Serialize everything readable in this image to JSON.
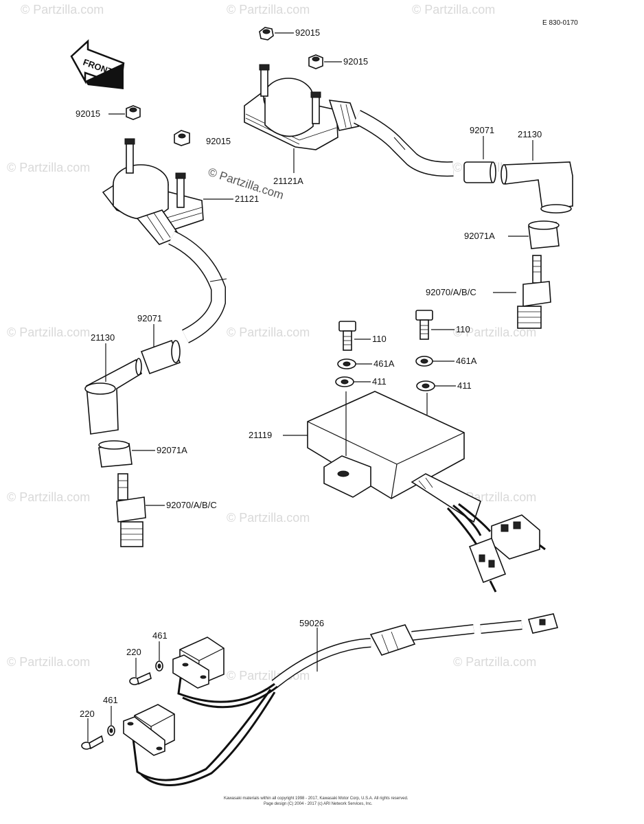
{
  "diagram_id": "E 830-0170",
  "watermark": "© Partzilla.com",
  "watermark_small": "© Partzilla.com",
  "front_label": "FRONT",
  "parts": {
    "nut_top_1": "92015",
    "nut_top_2": "92015",
    "nut_left_1": "92015",
    "nut_left_2": "92015",
    "coil_right": "21121A",
    "coil_left": "21121",
    "cap_right_small": "92071",
    "cap_right": "21130",
    "seal_right": "92071A",
    "plug_right": "92070/A/B/C",
    "cap_left_small": "92071",
    "cap_left": "21130",
    "seal_left": "92071A",
    "plug_left": "92070/A/B/C",
    "bolt_left": "110",
    "bolt_right": "110",
    "lockwasher_left": "461A",
    "lockwasher_right": "461A",
    "washer_left": "411",
    "washer_right": "411",
    "igniter": "21119",
    "harness": "59026",
    "screw_upper": "220",
    "screw_lower": "220",
    "washer_upper": "461",
    "washer_lower": "461"
  },
  "footer": {
    "line1": "Kawasaki materials within all copyright 1998 - 2017, Kawasaki Motor Corp, U.S.A. All rights reserved.",
    "line2": "Page design (C) 2004 - 2017 (c) ARI Network Services, Inc."
  }
}
